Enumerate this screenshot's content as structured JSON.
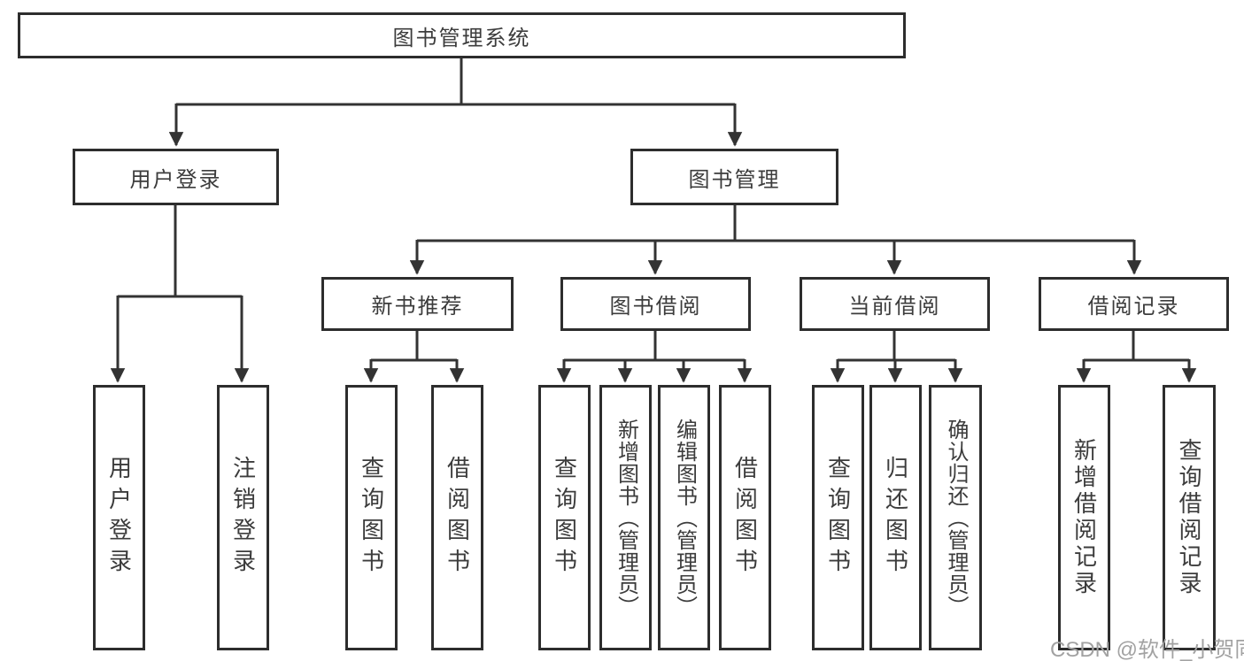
{
  "diagram": {
    "type": "tree",
    "root": {
      "label": "图书管理系统"
    },
    "level2": [
      {
        "key": "user_login",
        "label": "用户登录",
        "parent": "图书管理系统"
      },
      {
        "key": "book_management",
        "label": "图书管理",
        "parent": "图书管理系统"
      }
    ],
    "level3": [
      {
        "key": "new_book_recommendation",
        "label": "新书推荐",
        "parent": "图书管理"
      },
      {
        "key": "book_borrowing",
        "label": "图书借阅",
        "parent": "图书管理"
      },
      {
        "key": "current_borrowing",
        "label": "当前借阅",
        "parent": "图书管理"
      },
      {
        "key": "borrowing_records",
        "label": "借阅记录",
        "parent": "图书管理"
      }
    ],
    "leaves": [
      {
        "label": "用户登录",
        "parent": "用户登录"
      },
      {
        "label": "注销登录",
        "parent": "用户登录"
      },
      {
        "label": "查询图书",
        "parent": "新书推荐"
      },
      {
        "label": "借阅图书",
        "parent": "新书推荐"
      },
      {
        "label": "查询图书",
        "parent": "图书借阅"
      },
      {
        "label": "新增图书（管理员）",
        "parent": "图书借阅"
      },
      {
        "label": "编辑图书（管理员）",
        "parent": "图书借阅"
      },
      {
        "label": "借阅图书",
        "parent": "图书借阅"
      },
      {
        "label": "查询图书",
        "parent": "当前借阅"
      },
      {
        "label": "归还图书",
        "parent": "当前借阅"
      },
      {
        "label": "确认归还（管理员）",
        "parent": "当前借阅"
      },
      {
        "label": "新增借阅记录",
        "parent": "借阅记录"
      },
      {
        "label": "查询借阅记录",
        "parent": "借阅记录"
      }
    ]
  },
  "watermark": {
    "text": "CSDN @软件_小贺同学",
    "color": "#a2a2a2"
  },
  "colors": {
    "line": "#333333",
    "box_border": "#2d2d2d",
    "text": "#3c3c3c",
    "background": "#ffffff"
  }
}
